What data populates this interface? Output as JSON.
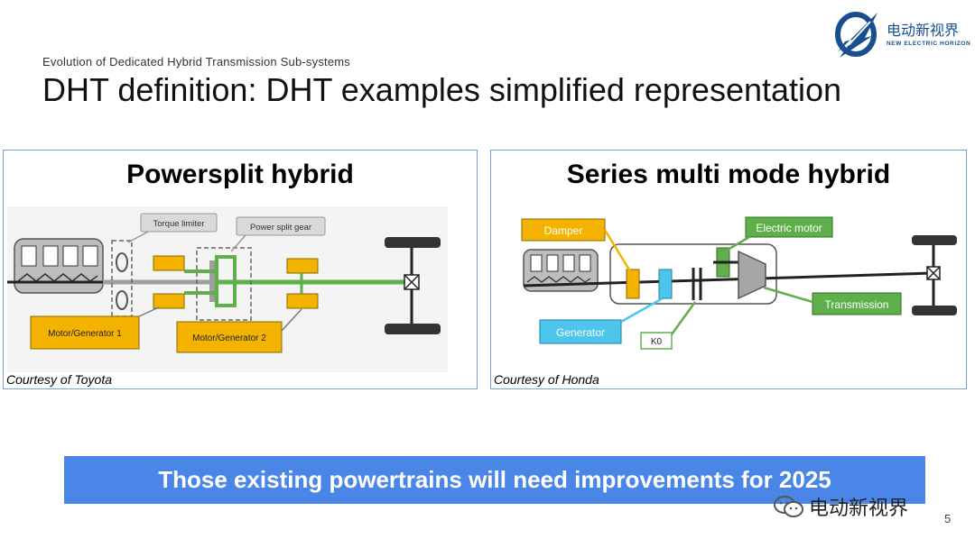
{
  "header": {
    "subtitle": "Evolution of Dedicated Hybrid Transmission Sub-systems",
    "title": "DHT definition: DHT examples simplified representation"
  },
  "logo": {
    "name_cn": "电动新视界",
    "name_en": "NEW ELECTRIC HORIZON",
    "icon": "electric-horizon-logo-icon",
    "color": "#1a4f8f"
  },
  "panels": {
    "left": {
      "title": "Powersplit hybrid",
      "courtesy": "Courtesy of Toyota",
      "labels": {
        "torque_limiter": "Torque limiter",
        "power_split_gear": "Power split gear",
        "mg1": "Motor/Generator 1",
        "mg2": "Motor/Generator 2"
      }
    },
    "right": {
      "title": "Series multi mode hybrid",
      "courtesy": "Courtesy of Honda",
      "labels": {
        "damper": "Damper",
        "electric_motor": "Electric motor",
        "transmission": "Transmission",
        "generator": "Generator",
        "k0": "K0"
      }
    }
  },
  "banner": {
    "text": "Those existing powertrains will need improvements for 2025"
  },
  "watermark": {
    "text": "电动新视界",
    "icon": "wechat-icon"
  },
  "page_number": "5",
  "colors": {
    "accent_blue": "#4a86e8",
    "panel_border": "#7ba0d6",
    "orange": "#f3b300",
    "green": "#5fb04a",
    "cyan": "#4cc6ec"
  }
}
